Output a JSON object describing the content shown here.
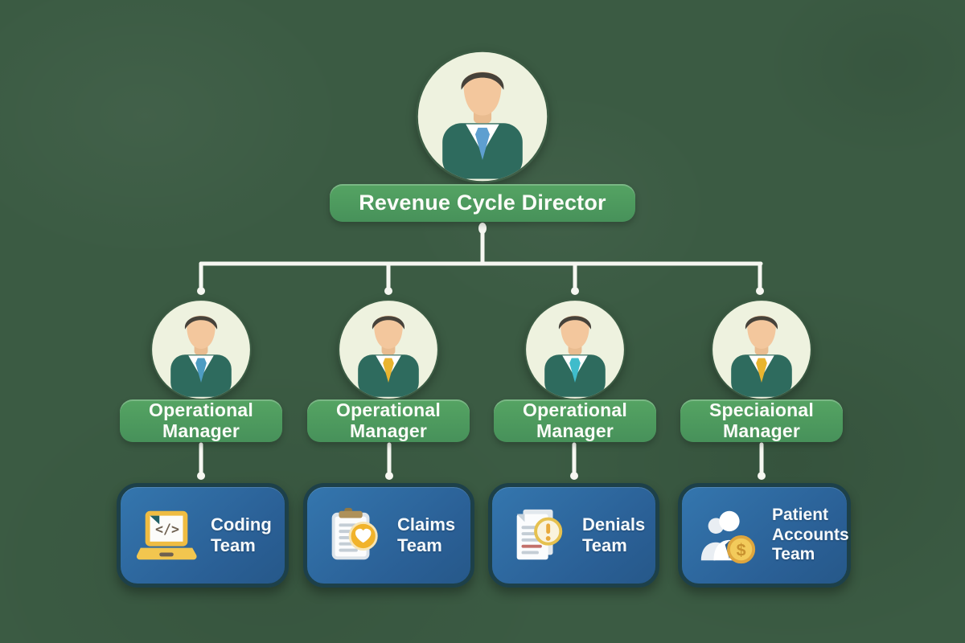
{
  "background_color": "#3B5B43",
  "connector_color": "#F6F7F1",
  "director": {
    "title": "Revenue Cycle Director",
    "avatar": "businessman-avatar",
    "tie_color": "#5E9FD0"
  },
  "managers": [
    {
      "title": "Operational Manager",
      "avatar": "businessman-avatar",
      "tie_color": "#4E9CC2"
    },
    {
      "title": "Operational Manager",
      "avatar": "businessman-avatar",
      "tie_color": "#E9B42F"
    },
    {
      "title": "Operational Manager",
      "avatar": "businessman-avatar",
      "tie_color": "#3FBCCB"
    },
    {
      "title": "Speciaional Manager",
      "avatar": "businessman-avatar",
      "tie_color": "#E9B42F"
    }
  ],
  "teams": [
    {
      "label": "Coding Team",
      "icon": "laptop-code-icon"
    },
    {
      "label": "Claims Team",
      "icon": "clipboard-heart-icon"
    },
    {
      "label": "Denials Team",
      "icon": "document-alert-icon"
    },
    {
      "label": "Patient Accounts Team",
      "icon": "person-coin-icon"
    }
  ],
  "node_colors": {
    "label_green": "#4E9A5E",
    "card_blue": "#2E6CA2",
    "card_border": "#1D4049",
    "avatar_background": "#EEF2DF",
    "suit_green": "#2E6B5E",
    "accent_gold": "#F0B42C"
  }
}
